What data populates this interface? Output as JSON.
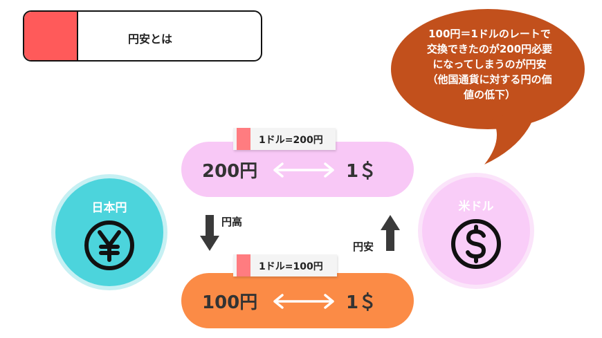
{
  "title": {
    "text": "円安とは",
    "accent_color": "#ff5a5a"
  },
  "bubble": {
    "text": "100円＝1ドルのレートで\n交換できたのが200円必要\nになってしまうのが円安\n（他国通貨に対する円の価\n値の低下）",
    "color": "#c2501c"
  },
  "top_row": {
    "tag": "1ドル=200円",
    "left_value": "200円",
    "right_value": "1＄",
    "color": "#f8c8f6"
  },
  "bottom_row": {
    "tag": "1ドル=100円",
    "left_value": "100円",
    "right_value": "1＄",
    "color": "#fb8b46"
  },
  "yen_circle": {
    "label": "日本円",
    "icon": "yen-icon",
    "color": "#4cd4dc"
  },
  "usd_circle": {
    "label": "米ドル",
    "icon": "dollar-icon",
    "color": "#f9cdf8"
  },
  "arrows": {
    "down_label": "円高",
    "up_label": "円安"
  }
}
